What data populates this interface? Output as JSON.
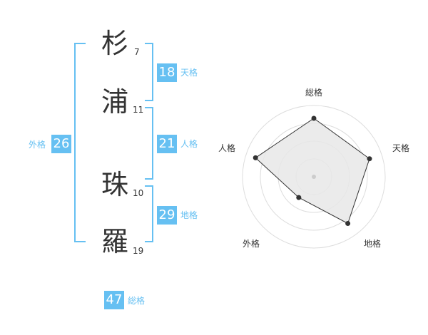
{
  "name": {
    "chars": [
      {
        "char": "杉",
        "strokes": "7"
      },
      {
        "char": "浦",
        "strokes": "11"
      },
      {
        "char": "珠",
        "strokes": "10"
      },
      {
        "char": "羅",
        "strokes": "19"
      }
    ]
  },
  "fortunes": {
    "tenkaku": {
      "label": "天格",
      "value": "18"
    },
    "jinkaku": {
      "label": "人格",
      "value": "21"
    },
    "chikaku": {
      "label": "地格",
      "value": "29"
    },
    "gaikaku": {
      "label": "外格",
      "value": "26"
    },
    "soukaku": {
      "label": "総格",
      "value": "47"
    }
  },
  "colors": {
    "accent": "#66c0f2",
    "text": "#333333",
    "radar_fill": "#e8e8e8"
  },
  "chart_data": {
    "type": "radar",
    "axes": [
      "総格",
      "天格",
      "地格",
      "外格",
      "人格"
    ],
    "values": [
      0.82,
      0.82,
      0.81,
      0.36,
      0.86
    ],
    "max": 1,
    "rings": 4
  }
}
